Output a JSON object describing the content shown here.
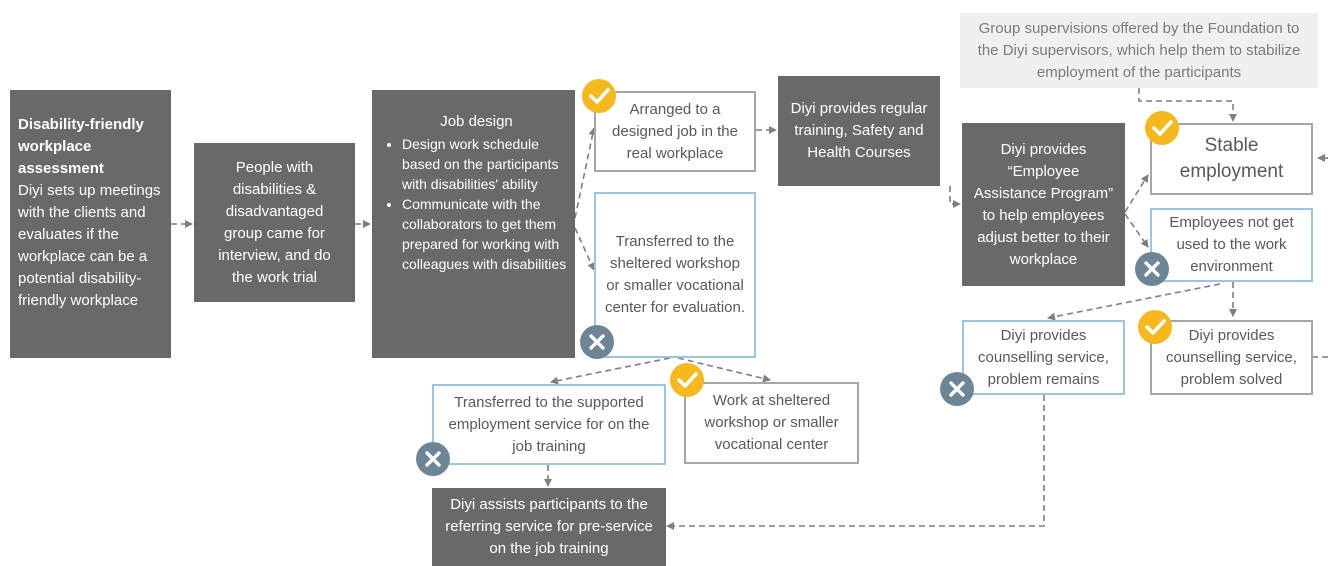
{
  "colors": {
    "dark_box": "#696969",
    "gray_outline": "#a6a6a6",
    "blue_outline": "#9dc3e6",
    "light_box": "#f0f0f0",
    "check_badge": "#f5b81d",
    "cross_badge": "#6e8596",
    "connector": "#7f7f7f"
  },
  "nodes": {
    "assessment": {
      "title": "Disability-friendly workplace assessment",
      "body": "Diyi sets up meetings with the clients and evaluates if the workplace can be a potential disability-friendly workplace"
    },
    "interview": {
      "text": "People with disabilities & disadvantaged group came for interview, and do the work trial"
    },
    "job_design": {
      "title": "Job design",
      "bullets": [
        "Design work schedule based on the participants with disabilities' ability",
        "Communicate with the collaborators to get them prepared for working with colleagues with disabilities"
      ]
    },
    "arranged_job": {
      "text": "Arranged to a designed job in the real workplace"
    },
    "transferred_sheltered": {
      "text": "Transferred to the sheltered workshop or smaller vocational center for evaluation."
    },
    "training": {
      "text": "Diyi provides regular training, Safety and Health Courses"
    },
    "eap": {
      "text": "Diyi provides “Employee Assistance Program” to help employees adjust better to their workplace"
    },
    "group_supervision": {
      "text": "Group supervisions offered by the Foundation to the Diyi supervisors, which help them to stabilize employment of the participants"
    },
    "stable_employment": {
      "text": "Stable employment"
    },
    "not_used": {
      "text": "Employees not get used to the work environment"
    },
    "counselling_remains": {
      "text": "Diyi provides counselling service, problem remains"
    },
    "counselling_solved": {
      "text": "Diyi provides counselling service, problem solved"
    },
    "supported_employment": {
      "text": "Transferred to the supported employment service for on the job training"
    },
    "work_sheltered": {
      "text": "Work at sheltered workshop or smaller vocational center"
    },
    "referring_service": {
      "text": "Diyi assists participants to the referring service for pre-service on the job training"
    }
  },
  "badges": {
    "check": "check-icon",
    "cross": "cross-icon"
  }
}
